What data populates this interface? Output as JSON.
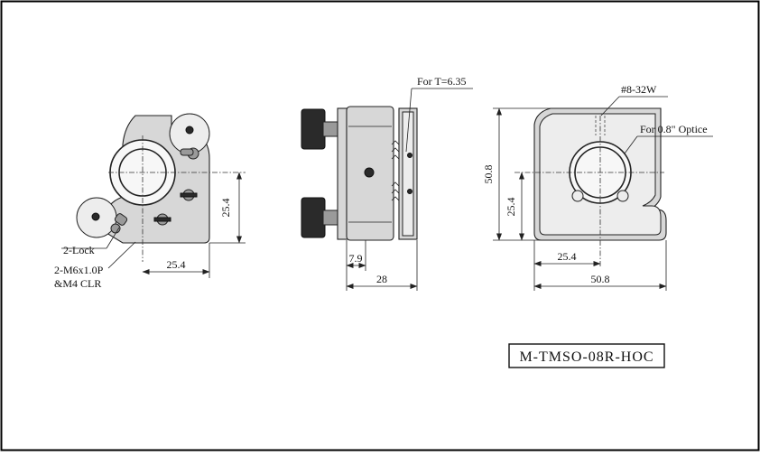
{
  "drawing": {
    "model_number": "M-TMSO-08R-HOC",
    "front_view": {
      "lock_callout": "2-Lock",
      "thread_callout_line1": "2-M6x1.0P",
      "thread_callout_line2": "&M4 CLR",
      "dim_horizontal": "25.4",
      "dim_vertical": "25.4"
    },
    "side_view": {
      "thickness_callout": "For T=6.35",
      "dim_small": "7.9",
      "dim_overall": "28"
    },
    "rear_view": {
      "screw_callout": "#8-32W",
      "optic_callout": "For 0.8\" Optice",
      "dim_height_overall": "50.8",
      "dim_height_center": "25.4",
      "dim_width_center": "25.4",
      "dim_width_overall": "50.8"
    }
  }
}
